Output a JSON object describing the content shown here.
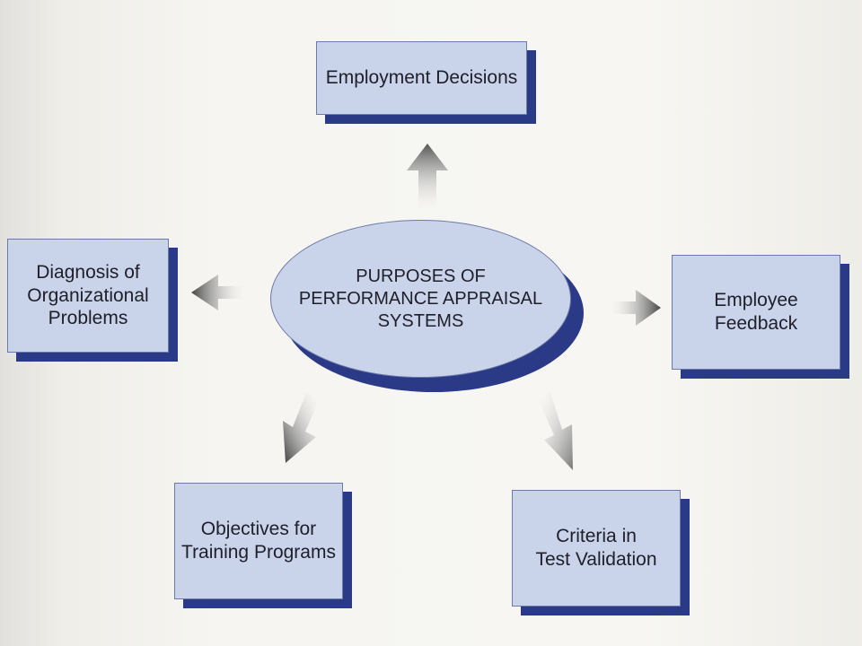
{
  "center": {
    "title": "PURPOSES OF\nPERFORMANCE APPRAISAL\nSYSTEMS"
  },
  "nodes": {
    "employment_decisions": "Employment Decisions",
    "diagnosis": "Diagnosis of\nOrganizational\nProblems",
    "employee_feedback": "Employee\nFeedback",
    "training": "Objectives for\nTraining Programs",
    "validation": "Criteria in\nTest Validation"
  },
  "colors": {
    "box_fill": "#c9d3ea",
    "box_shadow": "#2a3a86",
    "box_border": "#6c7aa8",
    "arrow": "#6e6e6e"
  }
}
